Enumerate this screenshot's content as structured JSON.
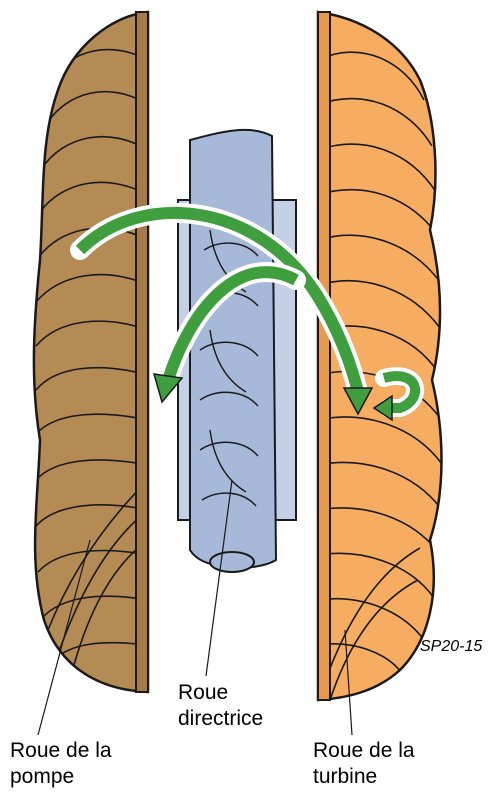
{
  "labels": {
    "pump": [
      "Roue de la",
      "pompe"
    ],
    "stator": [
      "Roue",
      "directrice"
    ],
    "turbine": [
      "Roue de la",
      "turbine"
    ]
  },
  "figure_code": "SP20-15",
  "colors": {
    "pump": "#b48a55",
    "stator": "#a7b9d9",
    "turbine": "#f6ad62",
    "flow_arrow": "#3f9f3f",
    "outline": "#1a1a1a"
  },
  "icons": [
    "flow-arrow-icon"
  ]
}
